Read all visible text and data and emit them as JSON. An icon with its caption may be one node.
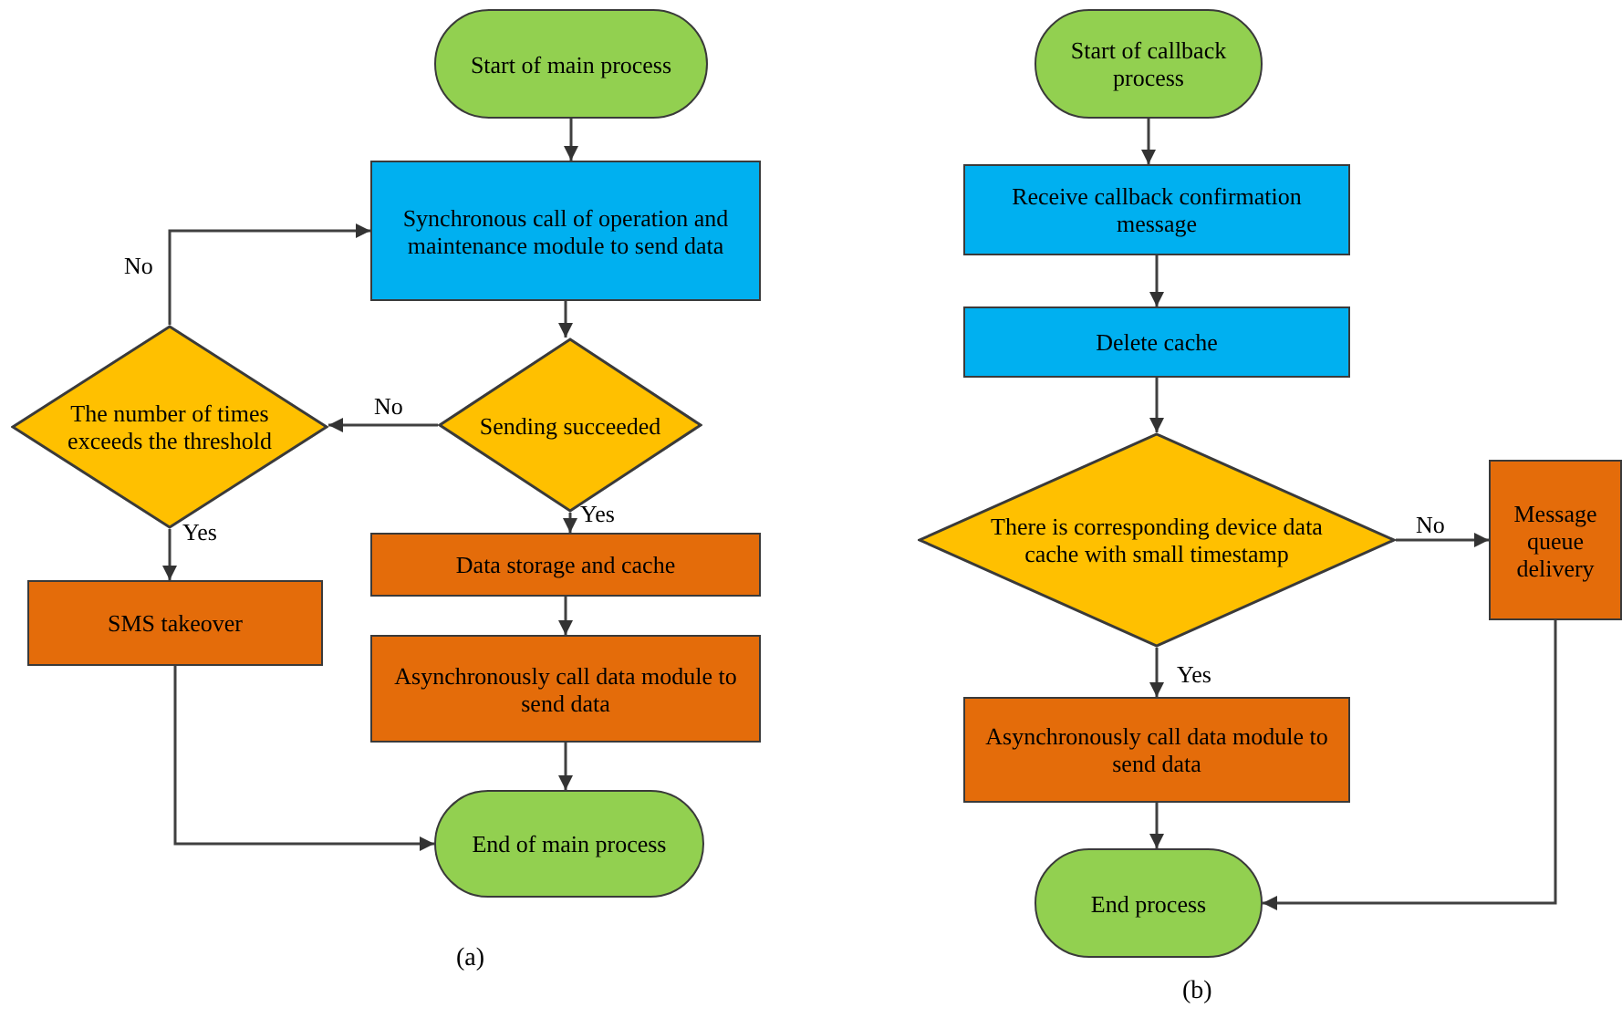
{
  "diagram": {
    "nodes": [
      {
        "text": [
          "Start of main process"
        ]
      },
      {
        "text": [
          "Synchronous call of operation and maintenance module to send data"
        ]
      },
      {
        "text": [
          "Sending succeeded"
        ]
      },
      {
        "text": [
          "The number of times exceeds the threshold"
        ]
      },
      {
        "text": [
          "Data storage and cache"
        ]
      },
      {
        "text": [
          "Asynchronously call data module to send data"
        ]
      },
      {
        "text": [
          "SMS takeover"
        ]
      },
      {
        "text": [
          "End of main process"
        ]
      },
      {
        "text": [
          "Start of callback process"
        ]
      },
      {
        "text": [
          "Receive callback confirmation message"
        ]
      },
      {
        "text": [
          "Delete cache"
        ]
      },
      {
        "text": [
          "There is corresponding device data cache with small timestamp"
        ]
      },
      {
        "text": [
          "Message queue delivery"
        ]
      },
      {
        "text": [
          "Asynchronously call data module to send data"
        ]
      },
      {
        "text": [
          "End process"
        ]
      }
    ],
    "edges": [
      {
        "from": 0,
        "to": 1,
        "arrow": "to"
      },
      {
        "from": 1,
        "to": 2,
        "arrow": "to"
      },
      {
        "from": 2,
        "to": 3,
        "arrow": "to",
        "label": "No"
      },
      {
        "from": 3,
        "to": 1,
        "arrow": "to",
        "label": "No"
      },
      {
        "from": 2,
        "to": 4,
        "arrow": "to",
        "label": "Yes"
      },
      {
        "from": 3,
        "to": 6,
        "arrow": "to",
        "label": "Yes"
      },
      {
        "from": 4,
        "to": 5,
        "arrow": "to"
      },
      {
        "from": 5,
        "to": 7,
        "arrow": "to"
      },
      {
        "from": 6,
        "to": 7,
        "arrow": "to"
      },
      {
        "from": 8,
        "to": 9,
        "arrow": "to"
      },
      {
        "from": 9,
        "to": 10,
        "arrow": "to"
      },
      {
        "from": 10,
        "to": 11,
        "arrow": "to"
      },
      {
        "from": 11,
        "to": 12,
        "arrow": "to",
        "label": "No"
      },
      {
        "from": 11,
        "to": 13,
        "arrow": "to",
        "label": "Yes"
      },
      {
        "from": 13,
        "to": 14,
        "arrow": "to"
      },
      {
        "from": 12,
        "to": 14,
        "arrow": "to"
      }
    ],
    "labels": [
      "(a)",
      "(b)"
    ]
  }
}
